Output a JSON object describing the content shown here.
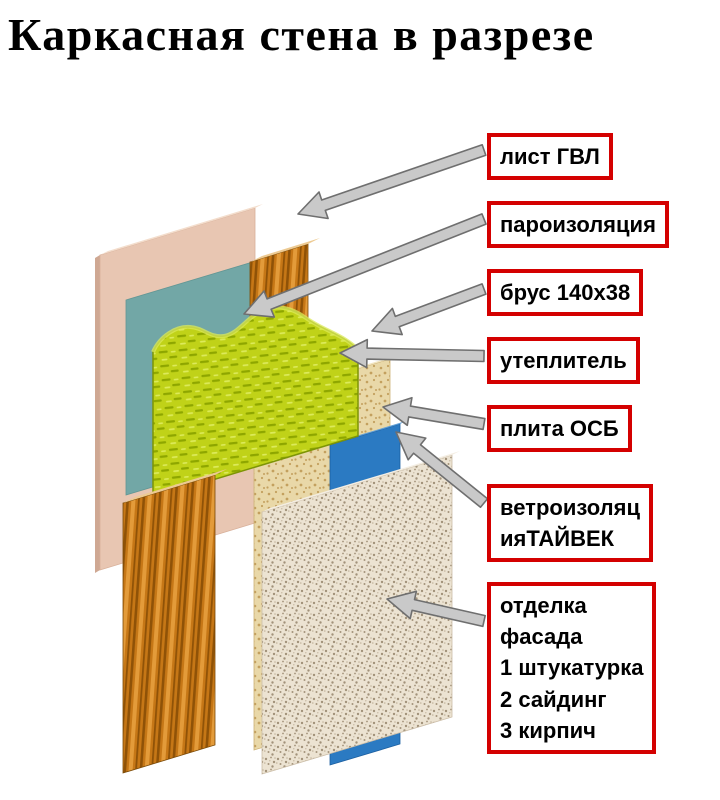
{
  "title": "Каркасная стена в разрезе",
  "labels": [
    {
      "id": "gvl",
      "text": "лист ГВЛ"
    },
    {
      "id": "vapor",
      "text": "пароизоляция"
    },
    {
      "id": "stud",
      "text": "брус 140х38"
    },
    {
      "id": "insulation",
      "text": "утеплитель"
    },
    {
      "id": "osb",
      "text": "плита ОСБ"
    },
    {
      "id": "tyvek",
      "text": "ветроизоляц\nияТАЙВЕК"
    },
    {
      "id": "facade",
      "text": "отделка\nфасада\n1 штукатурка\n2 сайдинг\n3 кирпич"
    }
  ],
  "diagram": {
    "colors": {
      "background": "#ffffff",
      "label_border": "#d40000",
      "label_text": "#000000",
      "arrow_fill": "#c9c9c9",
      "arrow_stroke": "#6f6f6f",
      "gvl_face": "#e8c6b2",
      "gvl_edge": "#f3ddcc",
      "gvl_side": "#cfa893",
      "vapor": "#72a7a6",
      "wood_light": "#e39b3a",
      "wood_mid": "#c67716",
      "wood_dark": "#8f5207",
      "wood_edge": "#edca92",
      "insulation": "#c0d218",
      "insulation_dark": "#8ea600",
      "insulation_light": "#dcea5a",
      "osb": "#e9d8a8",
      "osb_chip": "#c3a05e",
      "osb_edge": "#f2e6c2",
      "tyvek": "#2b7ac2",
      "tyvek_edge": "#5c9dd6",
      "facade": "#ece3d2",
      "facade_speck": "#a2927a",
      "facade_speck2": "#c3b49d",
      "facade_edge": "#f4eee3"
    }
  }
}
